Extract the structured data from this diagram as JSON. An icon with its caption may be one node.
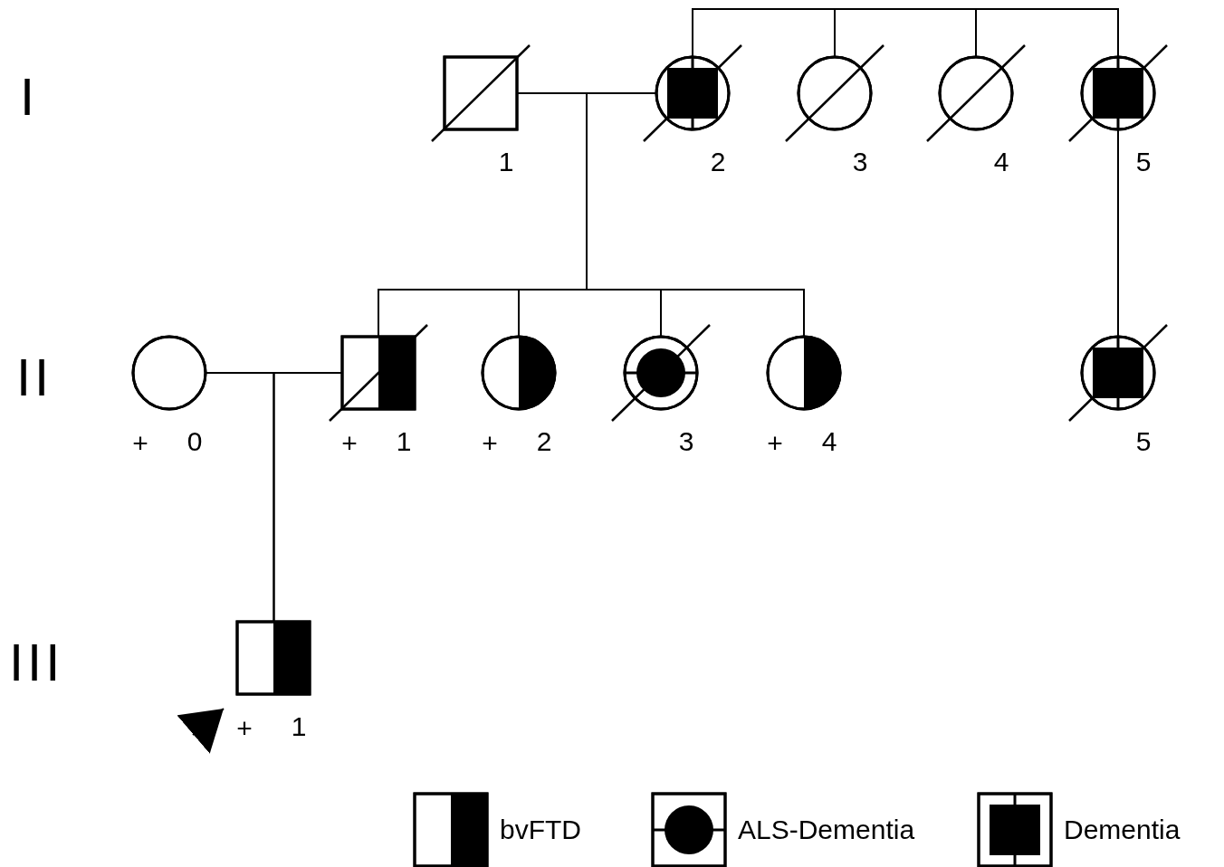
{
  "diagram": {
    "nodes": [
      {
        "text": [
          "1"
        ]
      },
      {
        "text": [
          "2"
        ]
      },
      {
        "text": [
          "3"
        ]
      },
      {
        "text": [
          "4"
        ]
      },
      {
        "text": [
          "5"
        ]
      },
      {
        "text": [
          "0"
        ],
        "beside": [
          "+"
        ]
      },
      {
        "text": [
          "1"
        ],
        "beside": [
          "+"
        ]
      },
      {
        "text": [
          "2"
        ],
        "beside": [
          "+"
        ]
      },
      {
        "text": [
          "3"
        ]
      },
      {
        "text": [
          "4"
        ],
        "beside": [
          "+"
        ]
      },
      {
        "text": [
          "5"
        ]
      },
      {
        "text": [
          "1"
        ],
        "beside": [
          "+"
        ]
      }
    ],
    "edges": [
      {
        "from": 0,
        "to": 1,
        "arrow": "none"
      },
      {
        "from": 0,
        "to": 6,
        "arrow": "none"
      },
      {
        "from": 0,
        "to": 7,
        "arrow": "none"
      },
      {
        "from": 0,
        "to": 8,
        "arrow": "none"
      },
      {
        "from": 0,
        "to": 9,
        "arrow": "none"
      },
      {
        "from": 1,
        "to": 6,
        "arrow": "none"
      },
      {
        "from": 1,
        "to": 7,
        "arrow": "none"
      },
      {
        "from": 1,
        "to": 8,
        "arrow": "none"
      },
      {
        "from": 1,
        "to": 9,
        "arrow": "none"
      },
      {
        "from": 1,
        "to": 2,
        "arrow": "none"
      },
      {
        "from": 2,
        "to": 3,
        "arrow": "none"
      },
      {
        "from": 3,
        "to": 4,
        "arrow": "none"
      },
      {
        "from": 4,
        "to": 10,
        "arrow": "none"
      },
      {
        "from": 5,
        "to": 6,
        "arrow": "none"
      },
      {
        "from": 5,
        "to": 11,
        "arrow": "none"
      },
      {
        "from": 6,
        "to": 11,
        "arrow": "none"
      },
      {
        "from": null,
        "to": 11,
        "arrow": "to"
      }
    ],
    "labels": [
      "I",
      "II",
      "III"
    ],
    "legend": [
      {
        "text": "bvFTD"
      },
      {
        "text": "ALS-Dementia"
      },
      {
        "text": "Dementia"
      }
    ]
  }
}
